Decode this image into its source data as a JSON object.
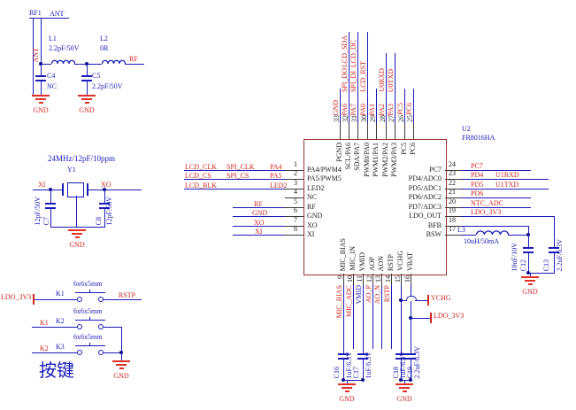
{
  "colors": {
    "wire": "#1a1ab8",
    "net_label": "#cf2420",
    "gnd": "#e03024",
    "ic_border": "#9a3332",
    "text": "#1c1c1c"
  },
  "antenna": {
    "ref": "RF1",
    "pad": "ANT",
    "vert": "ANT",
    "l1_ref": "L1",
    "l1_val": "2.2pF/50V",
    "l2_ref": "L2",
    "l2_val": "0R",
    "c4_ref": "C4",
    "c4_val": "NC",
    "c5_ref": "C5",
    "c5_val": "2.2pF/50V",
    "rf": "RF",
    "gnd1": "GND",
    "gnd2": "GND"
  },
  "crystal": {
    "title": "24MHz/12pF/10ppm",
    "ref": "Y1",
    "xi": "XI",
    "xo": "XO",
    "c7_ref": "C7",
    "c7_val": "12pF/50V",
    "c8_ref": "C8",
    "c8_val": "12pF/50V",
    "gnd": "GND"
  },
  "keys": {
    "ldo": "LDO_3V3",
    "rstp": "RSTP",
    "net1": "K1",
    "net2": "K2",
    "k1": "K1",
    "k2": "K2",
    "k3": "K3",
    "size1": "6x6x5mm",
    "size2": "6x6x5mm",
    "size3": "6x6x5mm",
    "gnd": "GND",
    "caption": "按键"
  },
  "ic": {
    "ref": "U2",
    "part": "FR8016HA",
    "left": [
      {
        "num": "1",
        "name": "PA4/PWM4",
        "nets": [
          "LCD_CLK",
          "SPI_CLK",
          "PA4"
        ]
      },
      {
        "num": "2",
        "name": "PA5/PWM5",
        "nets": [
          "LCD_CS",
          "SPI_CS",
          "PA5"
        ]
      },
      {
        "num": "3",
        "name": "LED2",
        "nets": [
          "LCD_BLK",
          "LED2"
        ]
      },
      {
        "num": "4",
        "name": "NC",
        "nets": []
      },
      {
        "num": "5",
        "name": "RF",
        "nets": [
          "RF"
        ]
      },
      {
        "num": "6",
        "name": "GND",
        "nets": [
          "GND"
        ]
      },
      {
        "num": "7",
        "name": "XO",
        "nets": [
          "XO"
        ]
      },
      {
        "num": "8",
        "name": "XI",
        "nets": [
          "XI"
        ]
      }
    ],
    "top": [
      {
        "num": "33",
        "name": "PGND",
        "nets": [
          "GND"
        ]
      },
      {
        "num": "32",
        "name": "SCL/PA6",
        "nets": [
          "PA6",
          "SPI_DO",
          "LCD_SDA"
        ]
      },
      {
        "num": "31",
        "name": "SDA/PA7",
        "nets": [
          "PA7",
          "SPI_DI",
          "LCD_DC"
        ]
      },
      {
        "num": "30",
        "name": "PWM0/PA0",
        "nets": [
          "PA0",
          "LCD_RST"
        ]
      },
      {
        "num": "29",
        "name": "PWM1/PA1",
        "nets": [
          "PA1"
        ]
      },
      {
        "num": "28",
        "name": "PWM2/PA2",
        "nets": [
          "PA2",
          "U0RXD"
        ]
      },
      {
        "num": "27",
        "name": "PWM3/PA3",
        "nets": [
          "PA3",
          "U0TXD"
        ]
      },
      {
        "num": "26",
        "name": "PC5",
        "nets": [
          "PC5"
        ]
      },
      {
        "num": "25",
        "name": "PC6",
        "nets": [
          "PC6"
        ]
      }
    ],
    "right": [
      {
        "num": "24",
        "name": "PC7",
        "nets": [
          "PC7"
        ]
      },
      {
        "num": "23",
        "name": "PD4/ADC0",
        "nets": [
          "PD4",
          "U1RXD"
        ]
      },
      {
        "num": "22",
        "name": "PD5/ADC1",
        "nets": [
          "PD5",
          "U1TXD"
        ]
      },
      {
        "num": "21",
        "name": "PD6/ADC2",
        "nets": [
          "PD6"
        ]
      },
      {
        "num": "20",
        "name": "PD7/ADC3",
        "nets": [
          "NTC_ADC"
        ]
      },
      {
        "num": "19",
        "name": "LDO_OUT",
        "nets": [
          "LDO_3V3"
        ]
      },
      {
        "num": "18",
        "name": "BFB",
        "nets": []
      },
      {
        "num": "17",
        "name": "BSW",
        "nets": []
      }
    ],
    "bottom": [
      {
        "num": "9",
        "name": "MIC_BIAS",
        "nets": [
          "MIC_BIAS"
        ]
      },
      {
        "num": "10",
        "name": "MIC_IN",
        "nets": [
          "MIC_ADC"
        ]
      },
      {
        "num": "11",
        "name": "VMID",
        "nets": [
          "VMID"
        ]
      },
      {
        "num": "12",
        "name": "AOP",
        "nets": [
          "AO_P"
        ]
      },
      {
        "num": "13",
        "name": "AON",
        "nets": [
          "AO_N"
        ]
      },
      {
        "num": "14",
        "name": "RSTP",
        "nets": [
          "RSTP"
        ]
      },
      {
        "num": "15",
        "name": "VCHG",
        "nets": []
      },
      {
        "num": "16",
        "name": "VBAT",
        "nets": []
      }
    ]
  },
  "power": {
    "l3_ref": "L3",
    "l3_val": "10uH/50mA",
    "c12_ref": "C12",
    "c12_val": "10uF/10V",
    "c13_ref": "C13",
    "c13_val": "2.2uF/6.3V",
    "gnd": "GND"
  },
  "caps": {
    "c16_ref": "C16",
    "c16_val": "1uF/6.3V",
    "c17_ref": "C17",
    "c17_val": "1uF/6.3V",
    "c18_ref": "C18",
    "c18_val": "1uF/6.3V",
    "c19_ref": "C19",
    "c19_val": "2.2uF/6.3V",
    "vchg": "VCHG",
    "ldo": "LDO_3V3",
    "gnd1": "GND",
    "gnd2": "GND"
  }
}
